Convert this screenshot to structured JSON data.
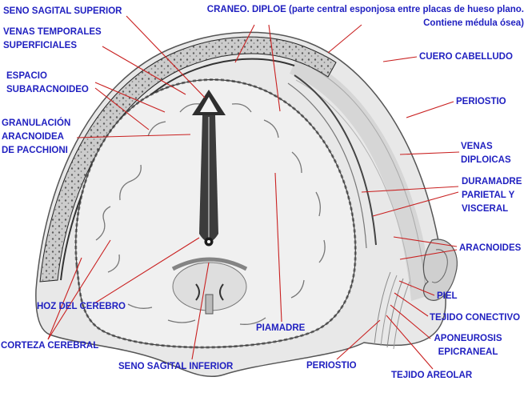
{
  "colors": {
    "label": "#1f1fc0",
    "line": "#c92020"
  },
  "labels": {
    "seno_sagital_superior": "SENO SAGITAL SUPERIOR",
    "craneo_diploe": "CRANEO. DIPLOE (parte central esponjosa entre placas de hueso plano.\nContiene médula ósea)",
    "venas_temporales_superficiales": "VENAS TEMPORALES\nSUPERFICIALES",
    "cuero_cabelludo": "CUERO CABELLUDO",
    "espacio_subaracnoideo": "ESPACIO\nSUBARACNOIDEO",
    "periostio_superior": "PERIOSTIO",
    "granulacion_aracnoidea": "GRANULACIÓN\nARACNOIDEA\nDE PACCHIONI",
    "venas_diploicas": "VENAS\nDIPLOICAS",
    "duramadre": "DURAMADRE\nPARIETAL Y\nVISCERAL",
    "aracnoides": "ARACNOIDES",
    "piel": "PIEL",
    "tejido_conectivo": "TEJIDO CONECTIVO",
    "aponeurosis_epicraneal": "APONEUROSIS\nEPICRANEAL",
    "tejido_areolar": "TEJIDO AREOLAR",
    "periostio_inferior": "PERIOSTIO",
    "seno_sagital_inferior": "SENO SAGITAL INFERIOR",
    "piamadre": "PIAMADRE",
    "hoz_del_cerebro": "HOZ DEL CEREBRO",
    "corteza_cerebral": "CORTEZA CEREBRAL"
  }
}
